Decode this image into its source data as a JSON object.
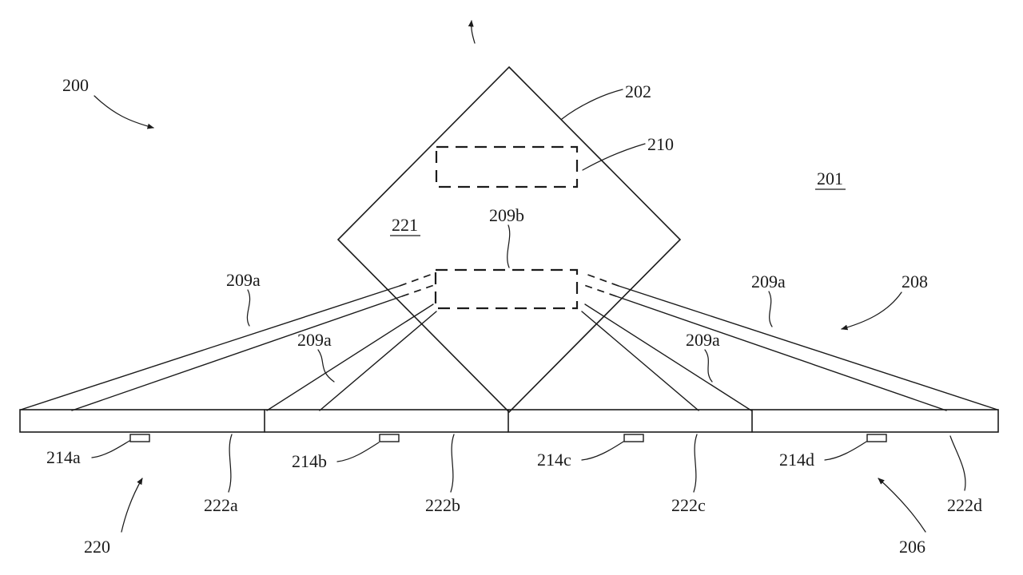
{
  "colors": {
    "line": "#1b1b1b",
    "background": "#ffffff"
  },
  "labels": {
    "n200": "200",
    "n201": "201",
    "n202": "202",
    "n206": "206",
    "n208": "208",
    "n209a": "209a",
    "n209b": "209b",
    "n210": "210",
    "n214a": "214a",
    "n214b": "214b",
    "n214c": "214c",
    "n214d": "214d",
    "n220": "220",
    "n221": "221",
    "n222a": "222a",
    "n222b": "222b",
    "n222c": "222c",
    "n222d": "222d"
  }
}
